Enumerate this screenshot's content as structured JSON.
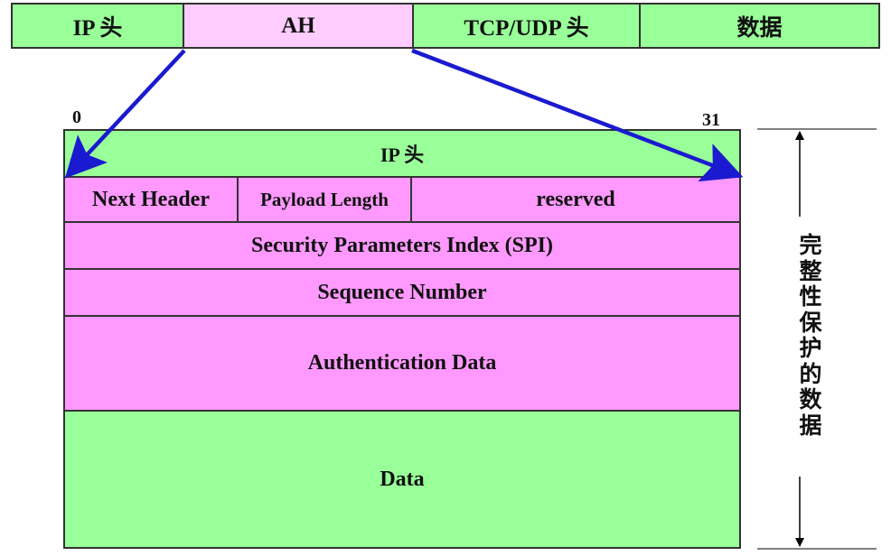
{
  "packet": {
    "ip_header": "IP 头",
    "ah": "AH",
    "tcp_udp_header": "TCP/UDP 头",
    "data": "数据"
  },
  "ah_format": {
    "bit_start": "0",
    "bit_end": "31",
    "ip_header": "IP 头",
    "next_header": "Next Header",
    "payload_length": "Payload Length",
    "reserved": "reserved",
    "spi": "Security Parameters Index (SPI)",
    "sequence_number": "Sequence Number",
    "authentication_data": "Authentication Data",
    "data": "Data"
  },
  "integrity_label": [
    "完",
    "整",
    "性",
    "保",
    "护",
    "的",
    "数",
    "据"
  ],
  "colors": {
    "green": "#99ff99",
    "pink": "#ff99ff",
    "light_pink": "#ffccff",
    "arrow": "#1a1ad0"
  }
}
